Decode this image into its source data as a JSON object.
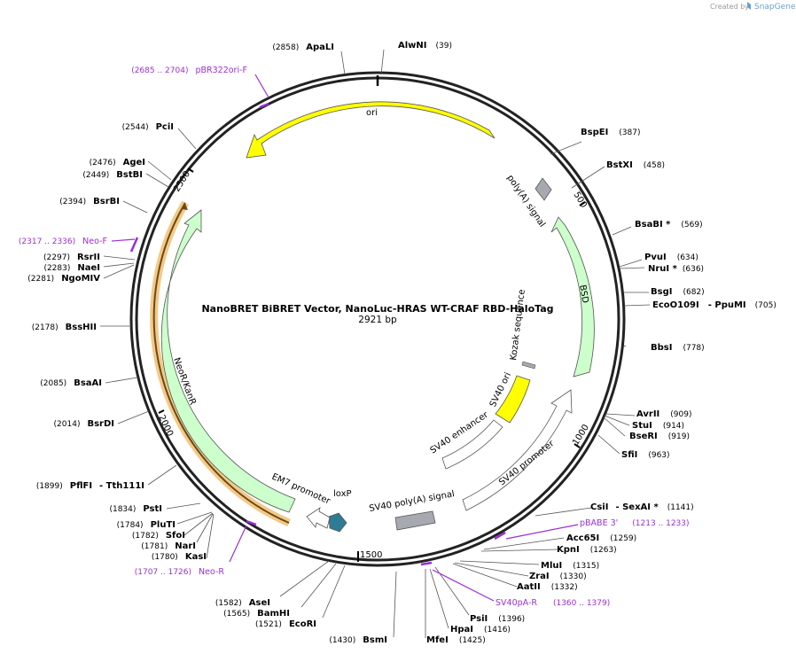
{
  "credit": {
    "created_by": "Created by",
    "brand": "SnapGene"
  },
  "plasmid": {
    "title": "NanoBRET BiBRET Vector, NanoLuc-HRAS WT-CRAF RBD-HaloTag",
    "length_label": "2921 bp",
    "length": 2921
  },
  "ticks": [
    "500",
    "1000",
    "1500",
    "2000",
    "2500"
  ],
  "features": [
    {
      "label": "ori",
      "color": "#ffff00"
    },
    {
      "label": "poly(A) signal",
      "color": "#a6aab0"
    },
    {
      "label": "BSD",
      "color": "#ccffcc"
    },
    {
      "label": "Kozak sequence",
      "color": "#a6aab0"
    },
    {
      "label": "SV40 ori",
      "color": "#ffff00"
    },
    {
      "label": "SV40 enhancer",
      "color": "#ffffff"
    },
    {
      "label": "SV40 promoter",
      "color": "#ffffff"
    },
    {
      "label": "SV40 poly(A) signal",
      "color": "#a6aab0"
    },
    {
      "label": "loxP",
      "color": "#2e7b94"
    },
    {
      "label": "EM7 promoter",
      "color": "#ffffff"
    },
    {
      "label": "NeoR/KanR",
      "color": "#ccffcc"
    }
  ],
  "sites": [
    {
      "name": "AlwNI",
      "pos": "(39)"
    },
    {
      "name": "BspEI",
      "pos": "(387)"
    },
    {
      "name": "BstXI",
      "pos": "(458)"
    },
    {
      "name": "BsaBI *",
      "pos": "(569)"
    },
    {
      "name": "PvuI",
      "pos": "(634)"
    },
    {
      "name": "NruI *",
      "pos": "(636)"
    },
    {
      "name": "BsgI",
      "pos": "(682)"
    },
    {
      "name": "EcoO109I",
      "name2": "- PpuMI",
      "pos": "(705)"
    },
    {
      "name": "BbsI",
      "pos": "(778)"
    },
    {
      "name": "AvrII",
      "pos": "(909)"
    },
    {
      "name": "StuI",
      "pos": "(914)"
    },
    {
      "name": "BseRI",
      "pos": "(919)"
    },
    {
      "name": "SfiI",
      "pos": "(963)"
    },
    {
      "name": "CsiI",
      "name2": "- SexAI *",
      "pos": "(1141)"
    },
    {
      "name": "Acc65I",
      "pos": "(1259)"
    },
    {
      "name": "KpnI",
      "pos": "(1263)"
    },
    {
      "name": "MluI",
      "pos": "(1315)"
    },
    {
      "name": "ZraI",
      "pos": "(1330)"
    },
    {
      "name": "AatII",
      "pos": "(1332)"
    },
    {
      "name": "PsiI",
      "pos": "(1396)"
    },
    {
      "name": "HpaI",
      "pos": "(1416)"
    },
    {
      "name": "MfeI",
      "pos": "(1425)"
    },
    {
      "name": "BsmI",
      "pos": "(1430)"
    },
    {
      "name": "EcoRI",
      "pos": "(1521)"
    },
    {
      "name": "BamHI",
      "pos": "(1565)"
    },
    {
      "name": "AseI",
      "pos": "(1582)"
    },
    {
      "name": "KasI",
      "pos": "(1780)"
    },
    {
      "name": "NarI",
      "pos": "(1781)"
    },
    {
      "name": "SfoI",
      "pos": "(1782)"
    },
    {
      "name": "PluTI",
      "pos": "(1784)"
    },
    {
      "name": "PstI",
      "pos": "(1834)"
    },
    {
      "name": "PflFI",
      "name2": "- Tth111I",
      "pos": "(1899)"
    },
    {
      "name": "BsrDI",
      "pos": "(2014)"
    },
    {
      "name": "BsaAI",
      "pos": "(2085)"
    },
    {
      "name": "BssHII",
      "pos": "(2178)"
    },
    {
      "name": "NgoMIV",
      "pos": "(2281)"
    },
    {
      "name": "NaeI",
      "pos": "(2283)"
    },
    {
      "name": "RsrII",
      "pos": "(2297)"
    },
    {
      "name": "BsrBI",
      "pos": "(2394)"
    },
    {
      "name": "BstBI",
      "pos": "(2449)"
    },
    {
      "name": "AgeI",
      "pos": "(2476)"
    },
    {
      "name": "PciI",
      "pos": "(2544)"
    },
    {
      "name": "ApaLI",
      "pos": "(2858)"
    }
  ],
  "primers": [
    {
      "name": "pBR322ori-F",
      "range": "(2685 .. 2704)"
    },
    {
      "name": "Neo-F",
      "range": "(2317 .. 2336)"
    },
    {
      "name": "Neo-R",
      "range": "(1707 .. 1726)"
    },
    {
      "name": "SV40pA-R",
      "range": "(1360 .. 1379)"
    },
    {
      "name": "pBABE 3'",
      "range": "(1213 .. 1233)"
    }
  ],
  "colors": {
    "primer": "#9a2fd6",
    "backbone": "#222222",
    "credit_brand": "#6b9ec9"
  }
}
